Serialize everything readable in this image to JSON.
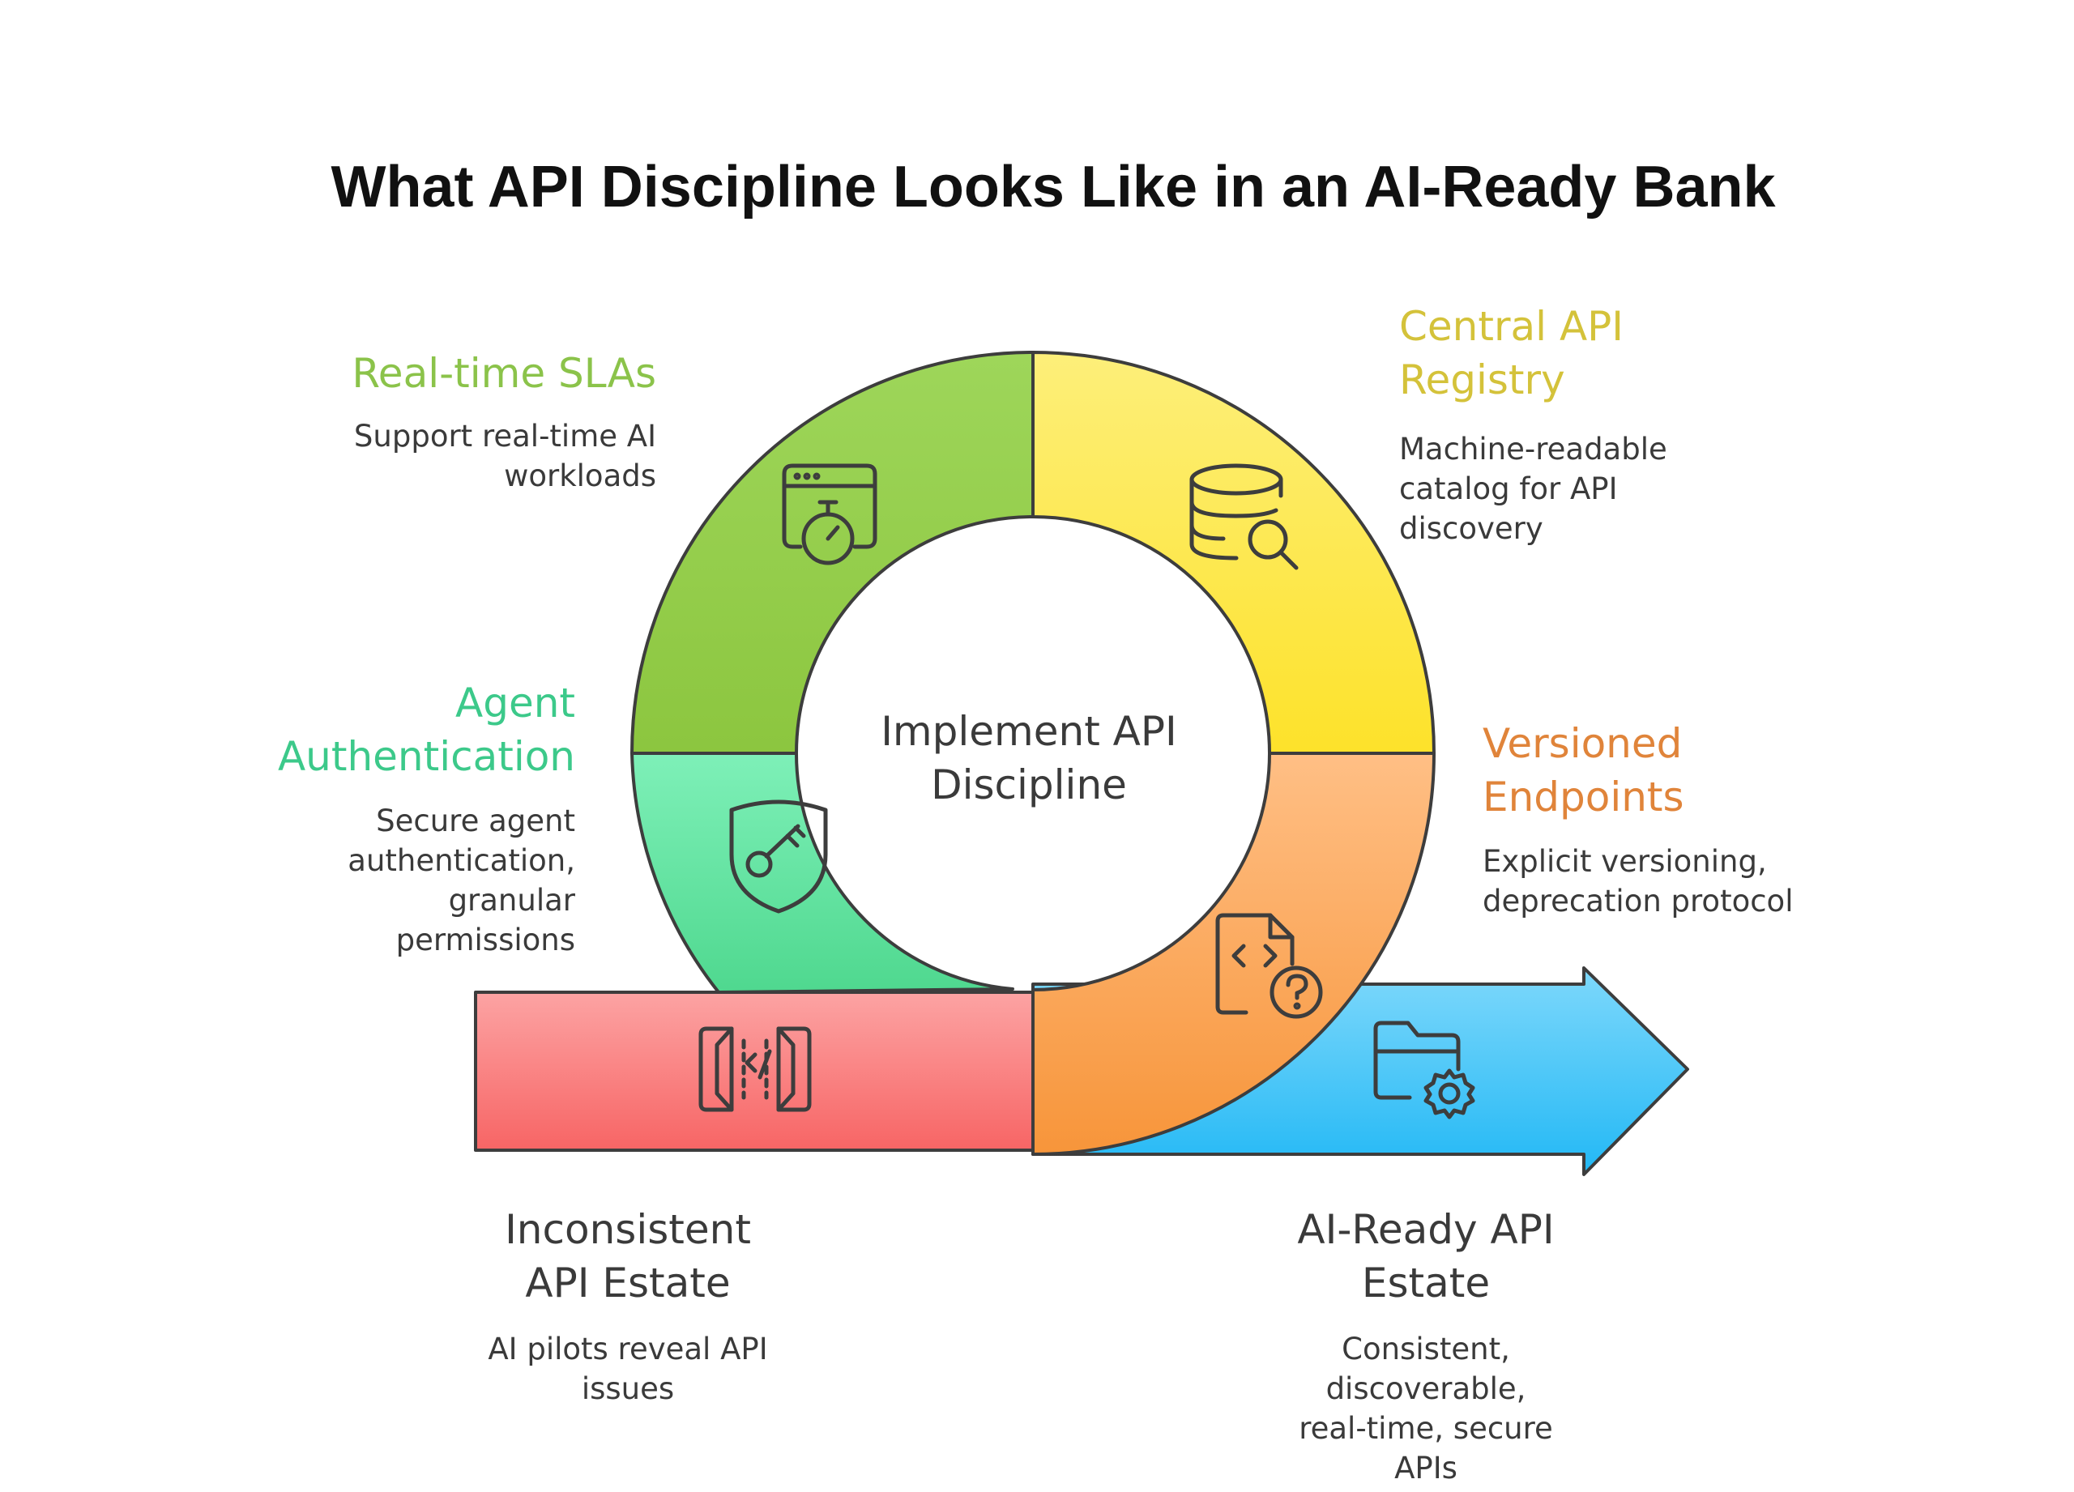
{
  "title": "What API Discipline Looks Like in an AI-Ready Bank",
  "center": "Implement API Discipline",
  "colors": {
    "realtime": "#8bc34a",
    "registry": "#d4c23a",
    "auth": "#3cc98a",
    "versioned": "#e0843a",
    "inconsistent_fill": "#f86a6a",
    "ready_fill": "#2bbcf5",
    "text_dark": "#3a3a3a"
  },
  "stages": {
    "realtime": {
      "title": "Real-time SLAs",
      "desc": "Support real-time AI workloads",
      "icon": "stopwatch-window-icon"
    },
    "registry": {
      "title": "Central API Registry",
      "desc": "Machine-readable catalog for API discovery",
      "icon": "database-search-icon"
    },
    "auth": {
      "title": "Agent Authentication",
      "desc": "Secure agent authentication, granular permissions",
      "icon": "shield-key-icon"
    },
    "versioned": {
      "title": "Versioned Endpoints",
      "desc": "Explicit versioning, deprecation protocol",
      "icon": "code-file-question-icon"
    }
  },
  "ends": {
    "start": {
      "title": "Inconsistent API Estate",
      "desc": "AI pilots reveal API issues",
      "icon": "code-bracket-icon"
    },
    "end": {
      "title": "AI-Ready API Estate",
      "desc": "Consistent, discoverable, real-time, secure APIs",
      "icon": "folder-gear-icon"
    }
  }
}
